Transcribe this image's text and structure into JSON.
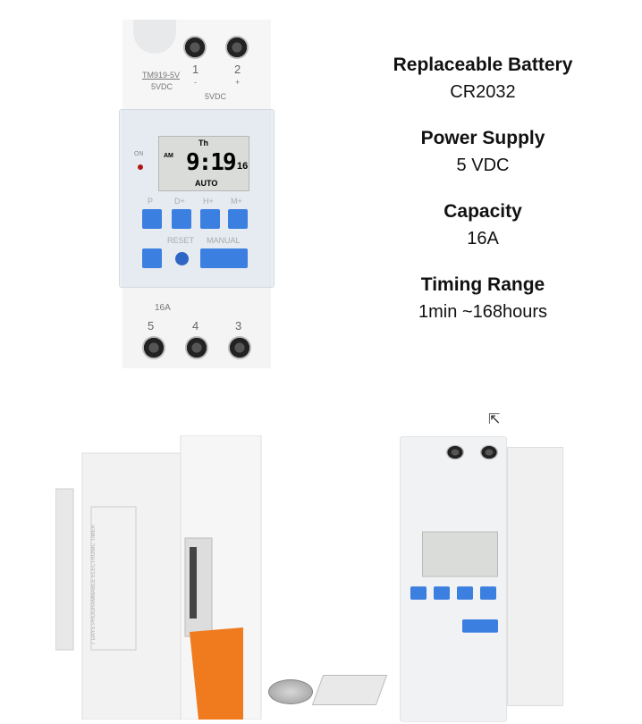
{
  "specs": [
    {
      "title": "Replaceable Battery",
      "value": "CR2032"
    },
    {
      "title": "Power Supply",
      "value": "5 VDC"
    },
    {
      "title": "Capacity",
      "value": "16A"
    },
    {
      "title": "Timing Range",
      "value": "1min ~168hours"
    }
  ],
  "device": {
    "model": "TM919-5V",
    "voltage": "5VDC",
    "terminal_voltage": "5VDC",
    "terminals_top": [
      "1",
      "2"
    ],
    "polarity": [
      "-",
      "+"
    ],
    "terminals_bottom": [
      "5",
      "4",
      "3"
    ],
    "rating": "16A",
    "indicator": "ON",
    "lcd": {
      "day": "Th",
      "ampm": "AM",
      "time": "9:19",
      "seconds": "16",
      "mode": "AUTO"
    },
    "buttons": [
      "P",
      "D+",
      "H+",
      "M+"
    ],
    "buttons2": [
      "RESET",
      "MANUAL"
    ],
    "accent": "#3b7fe0"
  },
  "side_label": "7 DAYS PROGRAMMABLE ELECTRONIC TIMER"
}
